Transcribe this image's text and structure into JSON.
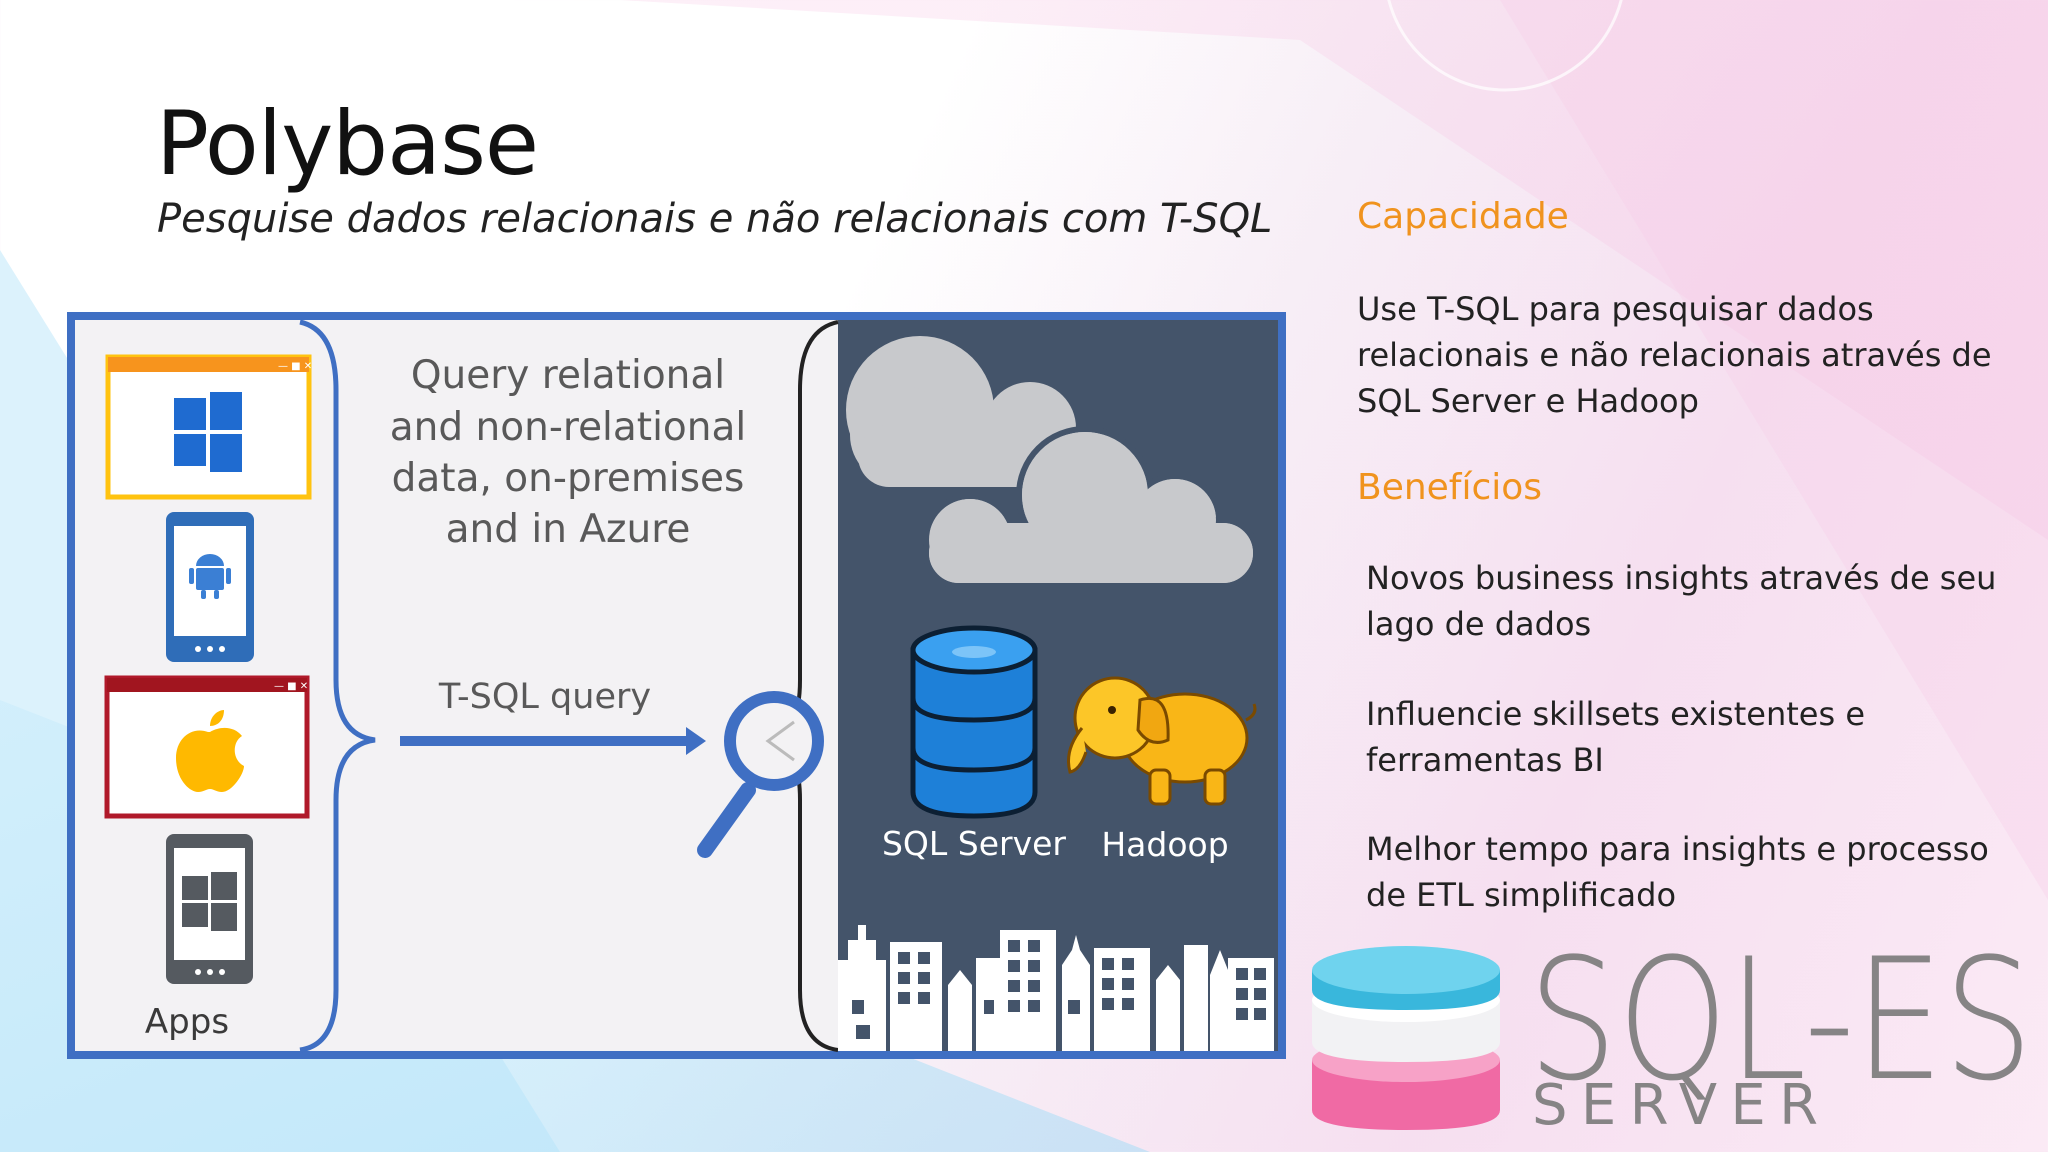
{
  "slide": {
    "title": "Polybase",
    "subtitle": "Pesquise dados relacionais e não relacionais com T-SQL"
  },
  "diagram": {
    "query_caption": [
      "Query relational",
      "and non-relational",
      "data, on-premises",
      "and in Azure"
    ],
    "arrow_label": "T-SQL query",
    "apps_label": "Apps",
    "db_label": "SQL Server",
    "hadoop_label": "Hadoop"
  },
  "sidebar": {
    "capacity_heading": "Capacidade",
    "capacity_text": [
      "Use T-SQL para pesquisar dados",
      "relacionais e não relacionais através de",
      "SQL Server e Hadoop"
    ],
    "benefits_heading": "Benefícios",
    "benefits": [
      [
        "Novos business insights através de seu",
        "lago de dados"
      ],
      [
        "Influencie skillsets existentes e",
        "ferramentas BI"
      ],
      [
        "Melhor tempo para insights e processo",
        "de ETL simplificado"
      ]
    ]
  },
  "logo": {
    "word_main": "SQL-ES",
    "word_sub": "SERVER"
  },
  "colors": {
    "accent_orange": "#f0931e",
    "frame_blue": "#3f6fc3",
    "dark_panel": "#44546a",
    "cloud_gray": "#c8c9cc",
    "windows_blue": "#1f6bd0",
    "apple_yellow": "#ffb900"
  },
  "icons": [
    "windows-icon",
    "android-icon",
    "apple-icon",
    "windows-phone-icon",
    "magnifier-icon",
    "cloud-icon",
    "database-icon",
    "hadoop-elephant-icon",
    "city-skyline-icon"
  ]
}
